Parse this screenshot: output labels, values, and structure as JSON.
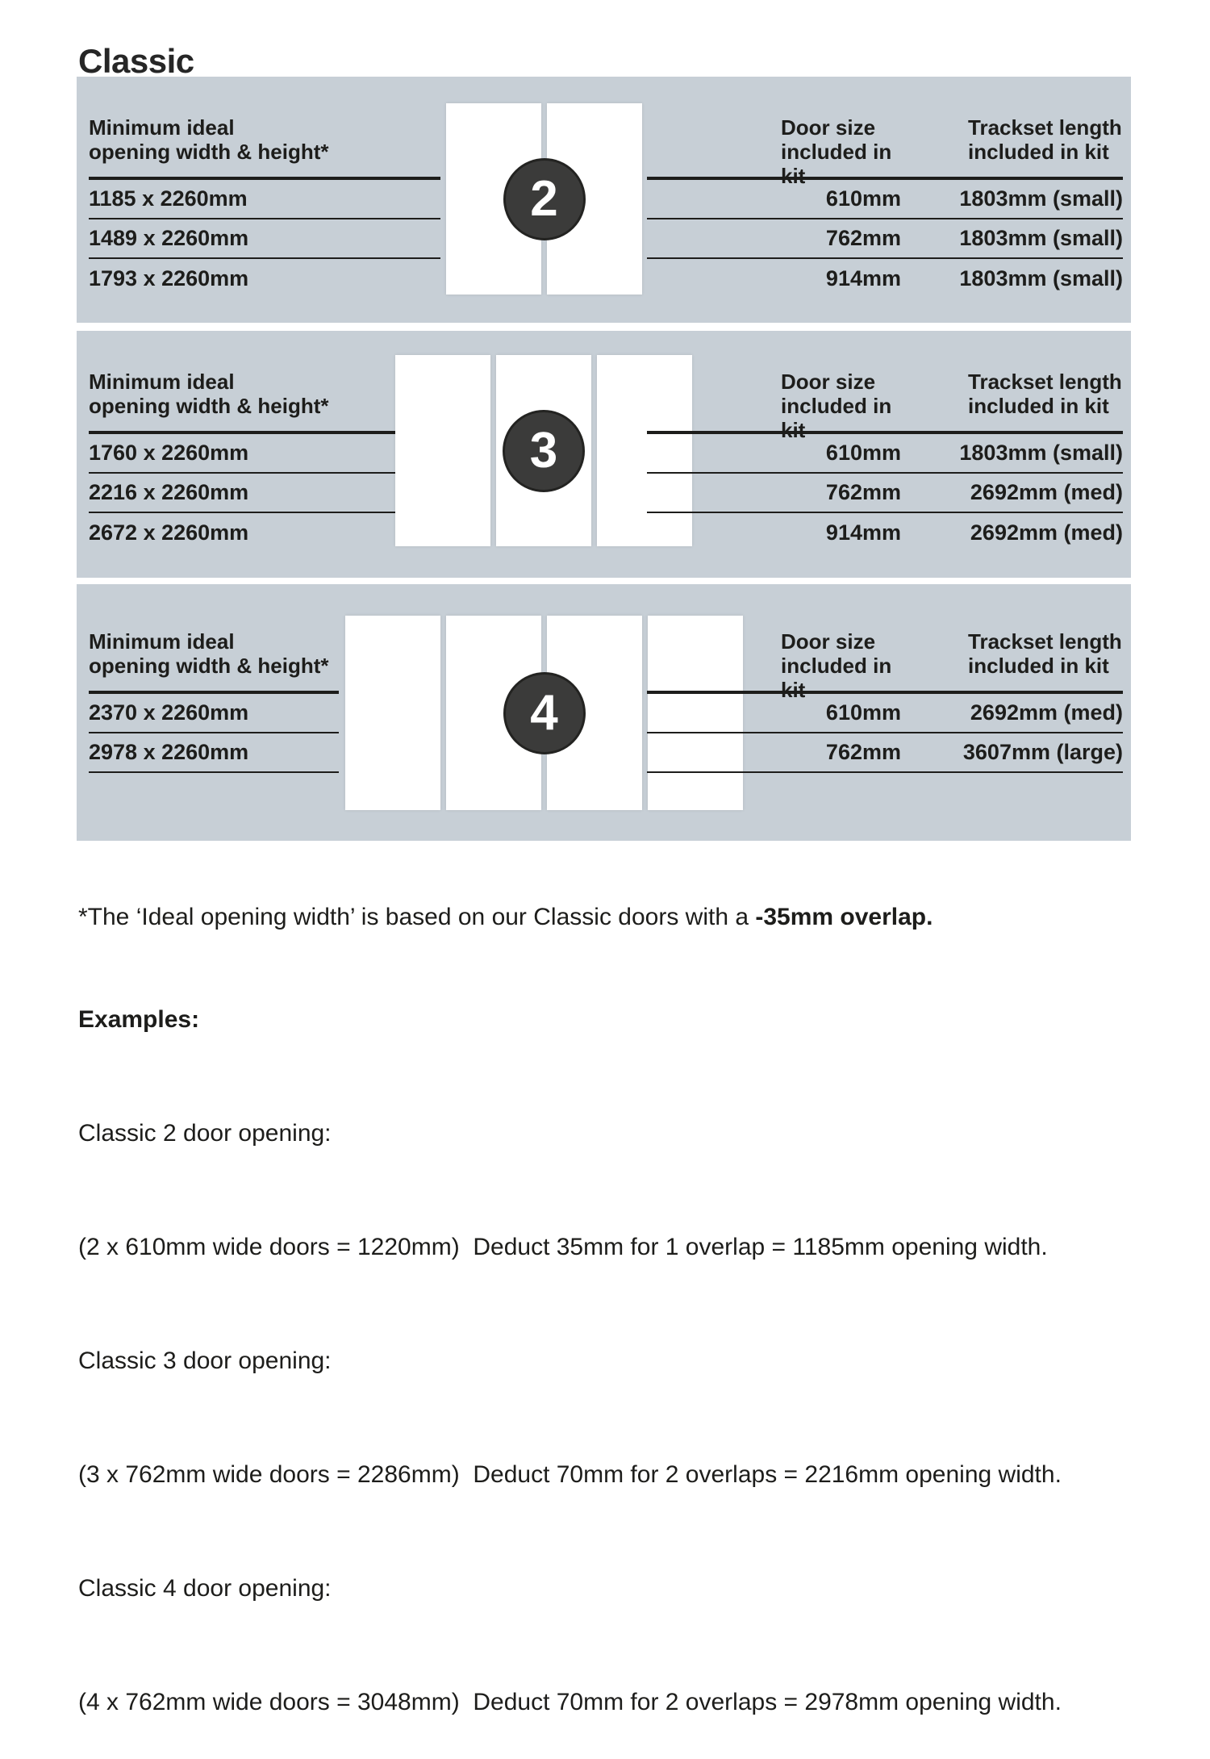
{
  "title": "Classic",
  "columns": {
    "opening_line1": "Minimum ideal",
    "opening_line2": "opening width & height*",
    "door_size_line1": "Door size",
    "door_size_line2": "included in kit",
    "trackset_line1": "Trackset length",
    "trackset_line2": "included in kit"
  },
  "sections": [
    {
      "door_count": "2",
      "rows": [
        {
          "opening": "1185 x 2260mm",
          "door_size": "610mm",
          "trackset": "1803mm (small)"
        },
        {
          "opening": "1489 x 2260mm",
          "door_size": "762mm",
          "trackset": "1803mm (small)"
        },
        {
          "opening": "1793 x 2260mm",
          "door_size": "914mm",
          "trackset": "1803mm (small)"
        }
      ]
    },
    {
      "door_count": "3",
      "rows": [
        {
          "opening": "1760 x 2260mm",
          "door_size": "610mm",
          "trackset": "1803mm (small)"
        },
        {
          "opening": "2216 x 2260mm",
          "door_size": "762mm",
          "trackset": "2692mm (med)"
        },
        {
          "opening": "2672 x 2260mm",
          "door_size": "914mm",
          "trackset": "2692mm (med)"
        }
      ]
    },
    {
      "door_count": "4",
      "rows": [
        {
          "opening": "2370 x 2260mm",
          "door_size": "610mm",
          "trackset": "2692mm (med)"
        },
        {
          "opening": "2978 x 2260mm",
          "door_size": "762mm",
          "trackset": "3607mm (large)"
        }
      ]
    }
  ],
  "footnote": {
    "text": "*The ‘Ideal opening width’ is based on our Classic doors with a ",
    "bold": "-35mm overlap."
  },
  "examples": {
    "heading": "Examples:",
    "items": [
      {
        "label": "Classic 2 door opening:",
        "detail": "(2 x 610mm wide doors = 1220mm)  Deduct 35mm for 1 overlap = 1185mm opening width."
      },
      {
        "label": "Classic 3 door opening:",
        "detail": "(3 x 762mm wide doors = 2286mm)  Deduct 70mm for 2 overlaps = 2216mm opening width."
      },
      {
        "label": "Classic 4 door opening:",
        "detail": "(4 x 762mm wide doors = 3048mm)  Deduct 70mm for 2 overlaps = 2978mm opening width."
      }
    ]
  },
  "colors": {
    "panel_bg": "#c7cfd6",
    "badge_bg": "#3b3b3a",
    "rule": "#1d1d1b",
    "text": "#1d1d1b"
  }
}
